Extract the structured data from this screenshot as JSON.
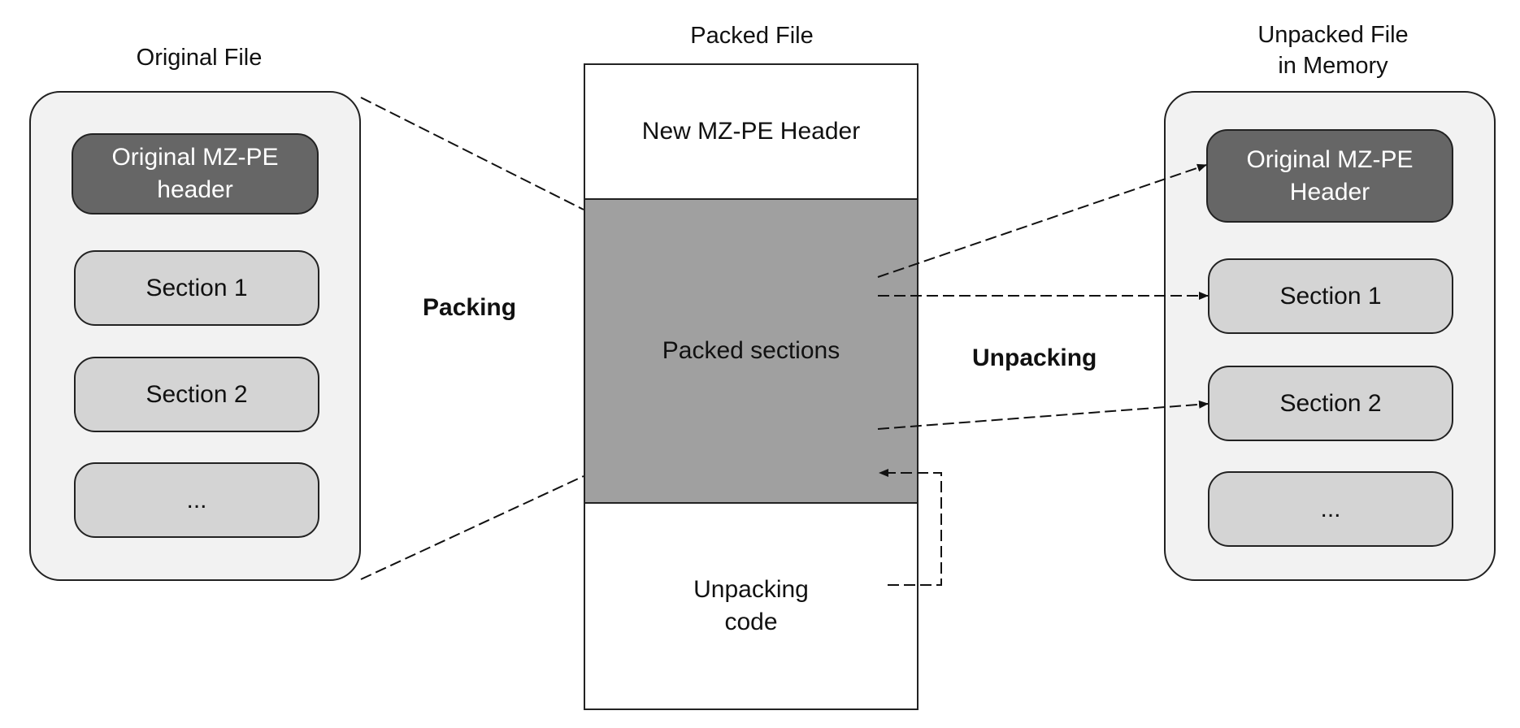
{
  "original_file": {
    "title": "Original File",
    "items": [
      "Original MZ-PE\nheader",
      "Section 1",
      "Section 2",
      "..."
    ]
  },
  "packed_file": {
    "title": "Packed File",
    "header": "New MZ-PE Header",
    "sections": "Packed sections",
    "code": "Unpacking\ncode"
  },
  "unpacked_file": {
    "title": "Unpacked File\nin Memory",
    "items": [
      "Original MZ-PE\nHeader",
      "Section 1",
      "Section 2",
      "..."
    ]
  },
  "labels": {
    "packing": "Packing",
    "unpacking": "Unpacking"
  },
  "colors": {
    "dark_box": "#666666",
    "light_box": "#d4d4d4",
    "panel": "#f2f2f2",
    "packed_sections": "#a0a0a0"
  }
}
